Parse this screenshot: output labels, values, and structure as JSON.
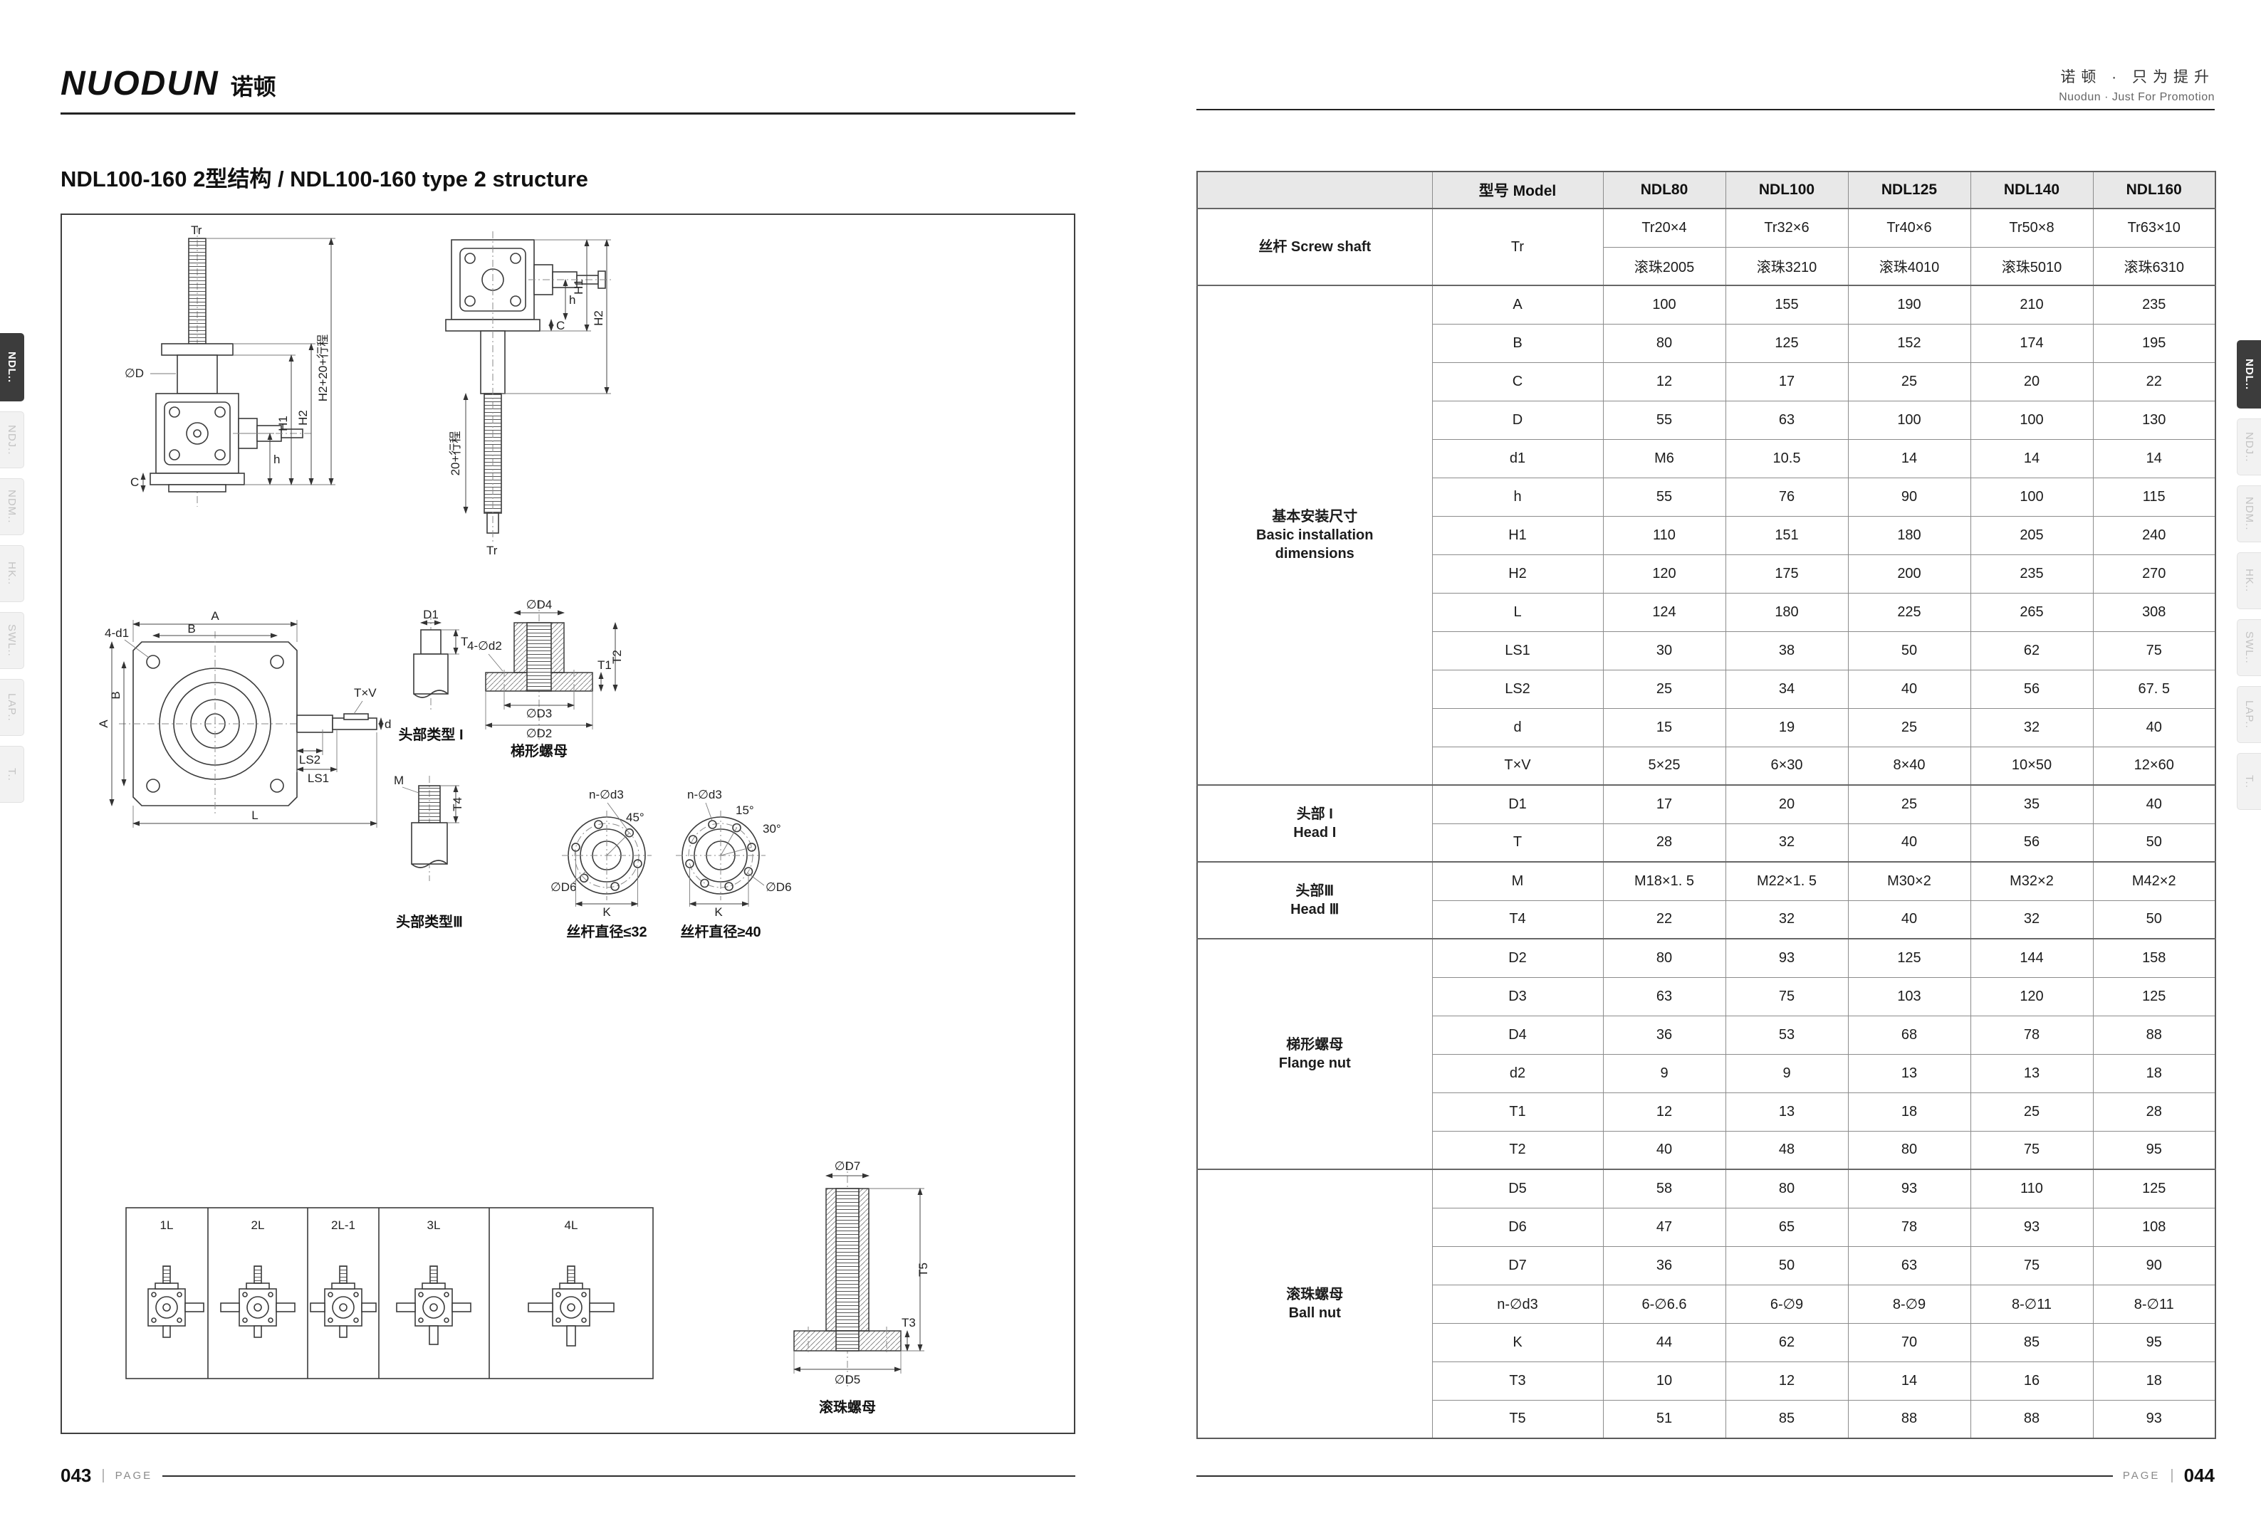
{
  "brand": {
    "logo_en": "NUODUN",
    "logo_cn": "诺顿",
    "tagline_cn": "诺顿 · 只为提升",
    "tagline_en": "Nuodun · Just For Promotion"
  },
  "page_title": "NDL100-160 2型结构 / NDL100-160 type 2 structure",
  "footer": {
    "left_number": "043",
    "right_number": "044",
    "page_label": "PAGE"
  },
  "sidebar_tabs": [
    "NDL..",
    "NDJ..",
    "NDM..",
    "HK..",
    "SWL..",
    "LAP..",
    "T.."
  ],
  "drawing": {
    "captions": {
      "head_type1": "头部类型 I",
      "trapezoid_nut": "梯形螺母",
      "head_type3": "头部类型Ⅲ",
      "screw_le32": "丝杆直径≤32",
      "screw_ge40": "丝杆直径≥40",
      "ball_nut": "滚珠螺母"
    },
    "variants": [
      "1L",
      "2L",
      "2L-1",
      "3L",
      "4L"
    ],
    "labels": {
      "tr": "Tr",
      "phi_d": "∅D",
      "c": "C",
      "h_small": "h",
      "h1": "H1",
      "h2": "H2",
      "stroke_h2": "H2+20+行程",
      "stroke_20": "20+行程",
      "a": "A",
      "b": "B",
      "l": "L",
      "ls1": "LS1",
      "ls2": "LS2",
      "d_small": "d",
      "txv": "T×V",
      "four_d1": "4-d1",
      "d1": "D1",
      "t": "T",
      "phi_d2": "∅D2",
      "phi_d3": "∅D3",
      "phi_d4": "∅D4",
      "four_phi_d2": "4-∅d2",
      "t1": "T1",
      "t2": "T2",
      "m": "M",
      "t4": "T4",
      "n_d3": "n-∅d3",
      "phi_d6": "∅D6",
      "k": "K",
      "deg45": "45°",
      "deg15": "15°",
      "deg30": "30°",
      "phi_d7": "∅D7",
      "phi_d5": "∅D5",
      "t5": "T5",
      "t3": "T3"
    }
  },
  "table": {
    "header": {
      "model_label": "型号 Model",
      "models": [
        "NDL80",
        "NDL100",
        "NDL125",
        "NDL140",
        "NDL160"
      ]
    },
    "groups": [
      {
        "category": [
          "丝杆 Screw shaft"
        ],
        "rows": [
          {
            "param": "Tr",
            "param_rowspan": 2,
            "values": [
              "Tr20×4",
              "Tr32×6",
              "Tr40×6",
              "Tr50×8",
              "Tr63×10"
            ]
          },
          {
            "param": null,
            "values": [
              "滚珠2005",
              "滚珠3210",
              "滚珠4010",
              "滚珠5010",
              "滚珠6310"
            ]
          }
        ]
      },
      {
        "category": [
          "基本安装尺寸",
          "Basic installation",
          "dimensions"
        ],
        "rows": [
          {
            "param": "A",
            "values": [
              "100",
              "155",
              "190",
              "210",
              "235"
            ]
          },
          {
            "param": "B",
            "values": [
              "80",
              "125",
              "152",
              "174",
              "195"
            ]
          },
          {
            "param": "C",
            "values": [
              "12",
              "17",
              "25",
              "20",
              "22"
            ]
          },
          {
            "param": "D",
            "values": [
              "55",
              "63",
              "100",
              "100",
              "130"
            ]
          },
          {
            "param": "d1",
            "values": [
              "M6",
              "10.5",
              "14",
              "14",
              "14"
            ]
          },
          {
            "param": "h",
            "values": [
              "55",
              "76",
              "90",
              "100",
              "115"
            ]
          },
          {
            "param": "H1",
            "values": [
              "110",
              "151",
              "180",
              "205",
              "240"
            ]
          },
          {
            "param": "H2",
            "values": [
              "120",
              "175",
              "200",
              "235",
              "270"
            ]
          },
          {
            "param": "L",
            "values": [
              "124",
              "180",
              "225",
              "265",
              "308"
            ]
          },
          {
            "param": "LS1",
            "values": [
              "30",
              "38",
              "50",
              "62",
              "75"
            ]
          },
          {
            "param": "LS2",
            "values": [
              "25",
              "34",
              "40",
              "56",
              "67. 5"
            ]
          },
          {
            "param": "d",
            "values": [
              "15",
              "19",
              "25",
              "32",
              "40"
            ]
          },
          {
            "param": "T×V",
            "values": [
              "5×25",
              "6×30",
              "8×40",
              "10×50",
              "12×60"
            ]
          }
        ]
      },
      {
        "category": [
          "头部 I",
          "Head I"
        ],
        "rows": [
          {
            "param": "D1",
            "values": [
              "17",
              "20",
              "25",
              "35",
              "40"
            ]
          },
          {
            "param": "T",
            "values": [
              "28",
              "32",
              "40",
              "56",
              "50"
            ]
          }
        ]
      },
      {
        "category": [
          "头部Ⅲ",
          "Head Ⅲ"
        ],
        "rows": [
          {
            "param": "M",
            "values": [
              "M18×1. 5",
              "M22×1. 5",
              "M30×2",
              "M32×2",
              "M42×2"
            ]
          },
          {
            "param": "T4",
            "values": [
              "22",
              "32",
              "40",
              "32",
              "50"
            ]
          }
        ]
      },
      {
        "category": [
          "梯形螺母",
          "Flange nut"
        ],
        "rows": [
          {
            "param": "D2",
            "values": [
              "80",
              "93",
              "125",
              "144",
              "158"
            ]
          },
          {
            "param": "D3",
            "values": [
              "63",
              "75",
              "103",
              "120",
              "125"
            ]
          },
          {
            "param": "D4",
            "values": [
              "36",
              "53",
              "68",
              "78",
              "88"
            ]
          },
          {
            "param": "d2",
            "values": [
              "9",
              "9",
              "13",
              "13",
              "18"
            ]
          },
          {
            "param": "T1",
            "values": [
              "12",
              "13",
              "18",
              "25",
              "28"
            ]
          },
          {
            "param": "T2",
            "values": [
              "40",
              "48",
              "80",
              "75",
              "95"
            ]
          }
        ]
      },
      {
        "category": [
          "滚珠螺母",
          "Ball nut"
        ],
        "rows": [
          {
            "param": "D5",
            "values": [
              "58",
              "80",
              "93",
              "110",
              "125"
            ]
          },
          {
            "param": "D6",
            "values": [
              "47",
              "65",
              "78",
              "93",
              "108"
            ]
          },
          {
            "param": "D7",
            "values": [
              "36",
              "50",
              "63",
              "75",
              "90"
            ]
          },
          {
            "param": "n-∅d3",
            "values": [
              "6-∅6.6",
              "6-∅9",
              "8-∅9",
              "8-∅11",
              "8-∅11"
            ]
          },
          {
            "param": "K",
            "values": [
              "44",
              "62",
              "70",
              "85",
              "95"
            ]
          },
          {
            "param": "T3",
            "values": [
              "10",
              "12",
              "14",
              "16",
              "18"
            ]
          },
          {
            "param": "T5",
            "values": [
              "51",
              "85",
              "88",
              "88",
              "93"
            ]
          }
        ]
      }
    ]
  }
}
